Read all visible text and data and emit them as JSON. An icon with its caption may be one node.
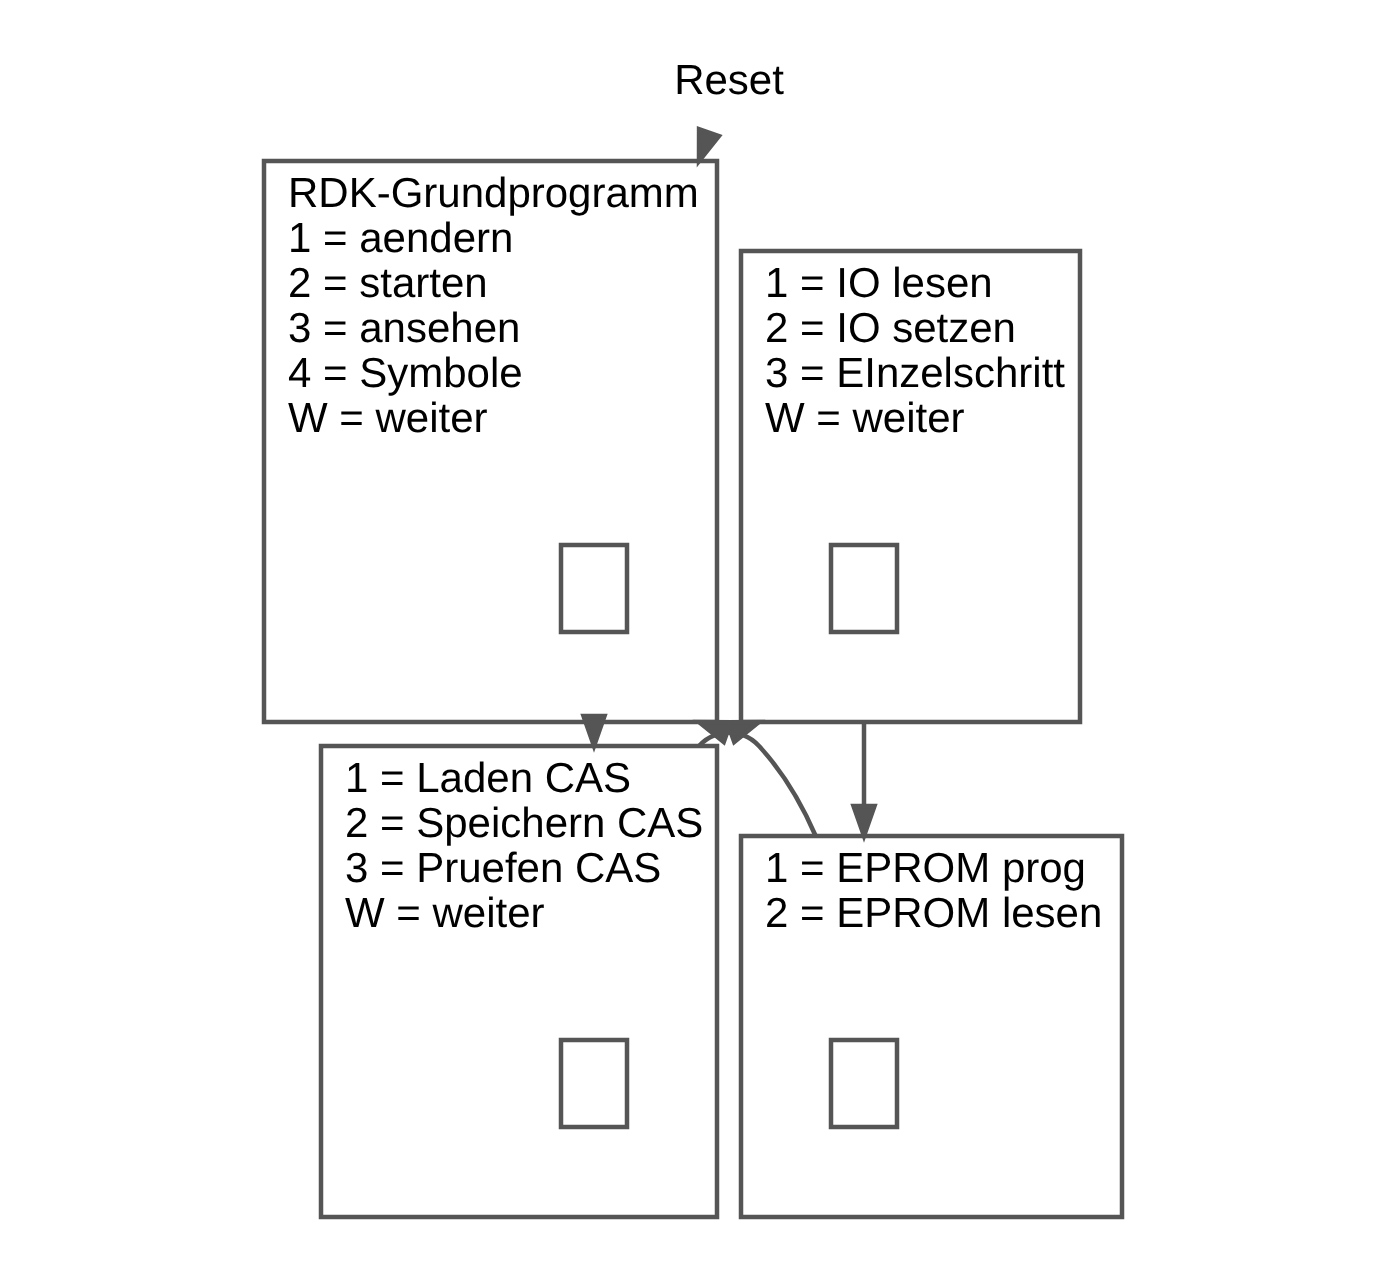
{
  "diagram": {
    "nodes": [
      {
        "text": [
          "Reset"
        ]
      },
      {
        "text": [
          "RDK-Grundprogramm",
          "1 = aendern",
          "2 = starten",
          "3 = ansehen",
          "4 = Symbole",
          "W = weiter"
        ]
      },
      {
        "text": [],
        "shape": "box",
        "in": 1
      },
      {
        "text": [
          "1 = IO lesen",
          "2 = IO setzen",
          "3 = EInzelschritt",
          "W = weiter"
        ]
      },
      {
        "text": [],
        "shape": "box",
        "in": 3
      },
      {
        "text": [
          "1 = Laden CAS",
          "2 = Speichern CAS",
          "3 = Pruefen CAS",
          "W = weiter"
        ]
      },
      {
        "text": [],
        "shape": "box",
        "in": 5
      },
      {
        "text": [
          "1 = EPROM prog",
          "2 = EPROM lesen"
        ]
      },
      {
        "text": [],
        "shape": "box",
        "in": 7
      }
    ],
    "edges": [
      {
        "from": 0,
        "to": 1,
        "arrow": "to"
      },
      {
        "from": 1,
        "to": 5,
        "arrow": "to"
      },
      {
        "from": 5,
        "to": 3,
        "arrow": "to"
      },
      {
        "from": 3,
        "to": 7,
        "arrow": "to"
      },
      {
        "from": 7,
        "to": 1,
        "arrow": "to"
      }
    ]
  }
}
